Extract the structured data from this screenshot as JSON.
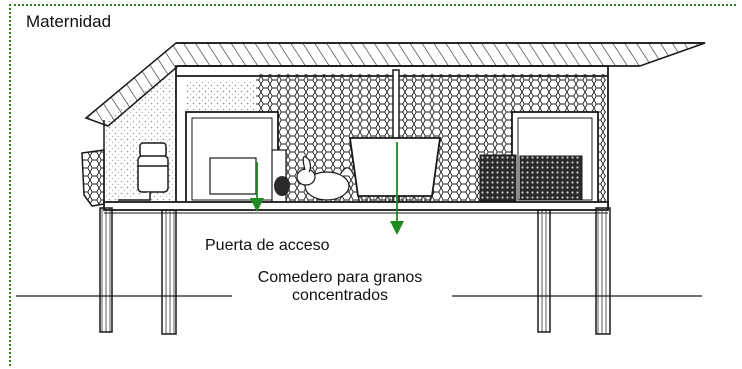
{
  "diagram": {
    "title": "Maternidad",
    "labels": {
      "puerta": "Puerta de acceso",
      "comedero": "Comedero para granos concentrados"
    },
    "colors": {
      "frame": "#3a7d1e",
      "arrow": "#1f8a1f",
      "ink": "#1a1a1a"
    }
  }
}
